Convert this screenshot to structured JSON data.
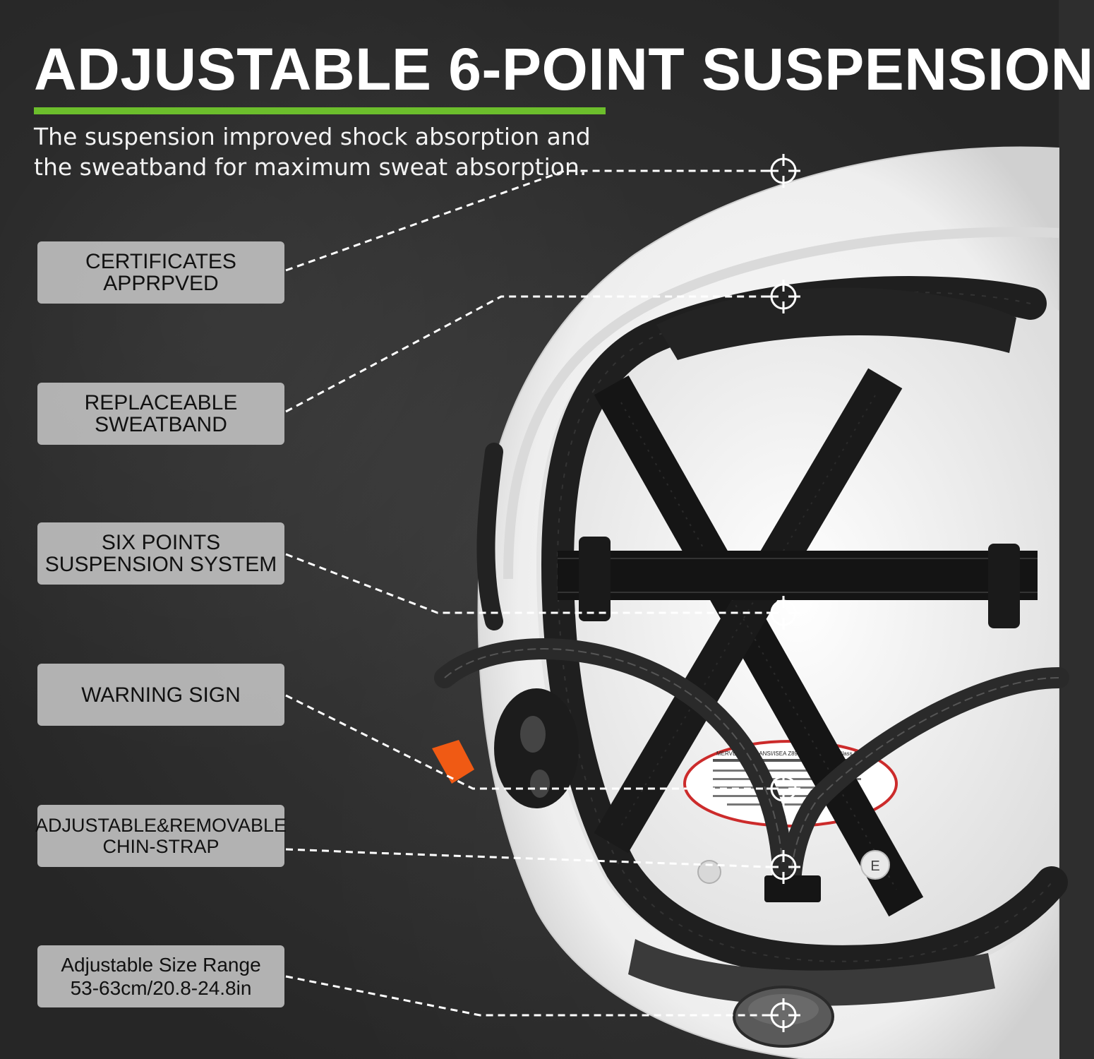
{
  "header": {
    "title": "ADJUSTABLE 6-POINT SUSPENSION",
    "subtitle": "The suspension improved shock absorption and the sweatband for maximum sweat absorption."
  },
  "callouts": [
    {
      "label": "CERTIFICATES\nAPPRPVED"
    },
    {
      "label": "REPLACEABLE\nSWEATBAND"
    },
    {
      "label": "SIX POINTS\nSUSPENSION SYSTEM"
    },
    {
      "label": "WARNING SIGN"
    },
    {
      "label": "ADJUSTABLE&REMOVABLE\nCHIN-STRAP"
    },
    {
      "label": "Adjustable Size Range\n53-63cm/20.8-24.8in"
    }
  ],
  "helmet": {
    "warning_label": "MERVEX VENT, ANSI/ISEA Z89.1-2014, Type 1 Class C",
    "pad_letter": "E"
  },
  "colors": {
    "accent_green": "#6cbe2c",
    "label_bg": "#bebebe",
    "background": "#2e2e2e",
    "helmet_shell": "#f4f4f4",
    "strap": "#1a1a1a",
    "warning_red": "#cc2b2b",
    "buckle_orange": "#f05a14"
  }
}
